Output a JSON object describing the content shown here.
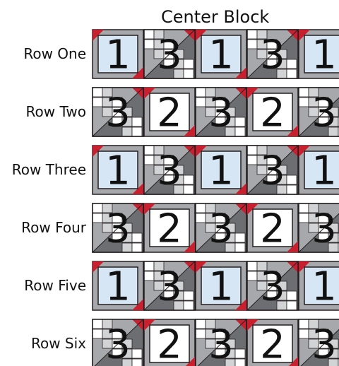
{
  "title": "Center Block",
  "rows": [
    {
      "label": "Row One",
      "blocks": [
        "1",
        "3",
        "1",
        "3",
        "1"
      ]
    },
    {
      "label": "Row Two",
      "blocks": [
        "3",
        "2",
        "3",
        "2",
        "3"
      ]
    },
    {
      "label": "Row Three",
      "blocks": [
        "1",
        "3",
        "1",
        "3",
        "1"
      ]
    },
    {
      "label": "Row Four",
      "blocks": [
        "3",
        "2",
        "3",
        "2",
        "3"
      ]
    },
    {
      "label": "Row Five",
      "blocks": [
        "1",
        "3",
        "1",
        "3",
        "1"
      ]
    },
    {
      "label": "Row Six",
      "blocks": [
        "3",
        "2",
        "3",
        "2",
        "3"
      ]
    }
  ],
  "colors": {
    "block1_fill": "#d6e6f5",
    "block2_fill": "#ffffff",
    "frame_gray": "#a6a8ab",
    "dark_gray": "#6d6e71",
    "light_gray": "#d1d3d4",
    "red_corner": "#c8202f",
    "outline": "#231f20"
  }
}
